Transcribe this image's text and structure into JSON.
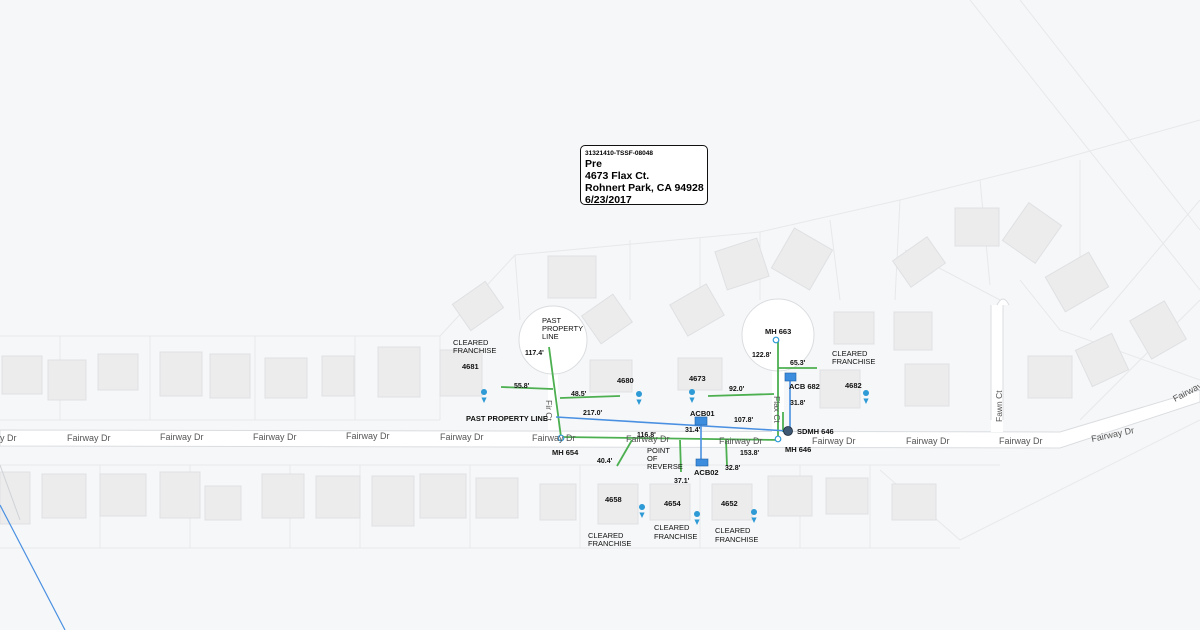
{
  "info_box": {
    "record_id": "31321410-TSSF-08048",
    "stage": "Pre",
    "street_address": "4673 Flax Ct.",
    "city_line": "Rohnert Park, CA 94928",
    "date": "6/23/2017"
  },
  "streets": {
    "fairway_dr": "Fairway Dr",
    "fairway_dr_partial": "y Dr",
    "fir_ct": "Fir Ct",
    "flax_ct": "Flax Ct",
    "fawn_ct": "Fawn Ct"
  },
  "parcels": {
    "p4681": "4681",
    "p4680": "4680",
    "p4673": "4673",
    "p4682": "4682",
    "p4658": "4658",
    "p4654": "4654",
    "p4652": "4652"
  },
  "structures": {
    "mh_663": "MH 663",
    "mh_654": "MH 654",
    "mh_646": "MH 646",
    "sdmh_646": "SDMH 646",
    "acb_682": "ACB 682",
    "acb01": "ACB01",
    "acb02": "ACB02"
  },
  "notes": {
    "past_property_line_1": "PAST",
    "past_property_line_2": "PROPERTY",
    "past_property_line_3": "LINE",
    "past_property_line_inline": "PAST PROPERTY LINE",
    "cleared_franchise_1": "CLEARED",
    "cleared_franchise_2": "FRANCHISE",
    "point_of_reverse_1": "POINT",
    "point_of_reverse_2": "OF",
    "point_of_reverse_3": "REVERSE"
  },
  "measurements": {
    "m117_4": "117.4'",
    "m55_8": "55.8'",
    "m48_5": "48.5'",
    "m217_0": "217.0'",
    "m116_8": "116.8'",
    "m40_4": "40.4'",
    "m37_1": "37.1'",
    "m31_4": "31.4'",
    "m32_8": "32.8'",
    "m153_8": "153.8'",
    "m107_8": "107.8'",
    "m92_0": "92.0'",
    "m122_8": "122.8'",
    "m65_3": "65.3'",
    "m31_8": "31.8'"
  },
  "colors": {
    "inspected_line": "#4caf50",
    "storm_line": "#4a90e2",
    "marker": "#2e9ad6",
    "structure_fill": "#3d8ddf"
  }
}
